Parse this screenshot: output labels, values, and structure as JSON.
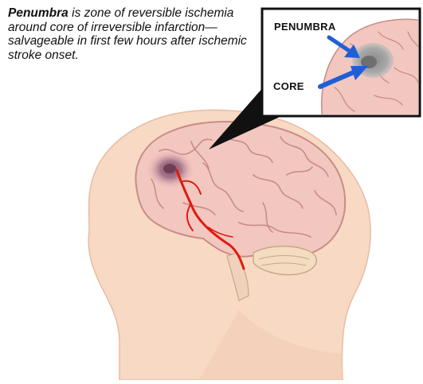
{
  "caption": {
    "term": "Penumbra",
    "text": " is zone of reversible ischemia around core of irreversible infarction—salvageable in first few hours after ischemic stroke onset."
  },
  "inset": {
    "penumbra_label": "PENUMBRA",
    "core_label": "CORE"
  },
  "colors": {
    "skin": "#f7d9c4",
    "brain": "#f2c7c0",
    "brain_outline": "#c98c86",
    "penumbra": "#9c9c9c",
    "core": "#6f6f6f",
    "arrow": "#1f5fd6",
    "artery": "#e01a10"
  }
}
